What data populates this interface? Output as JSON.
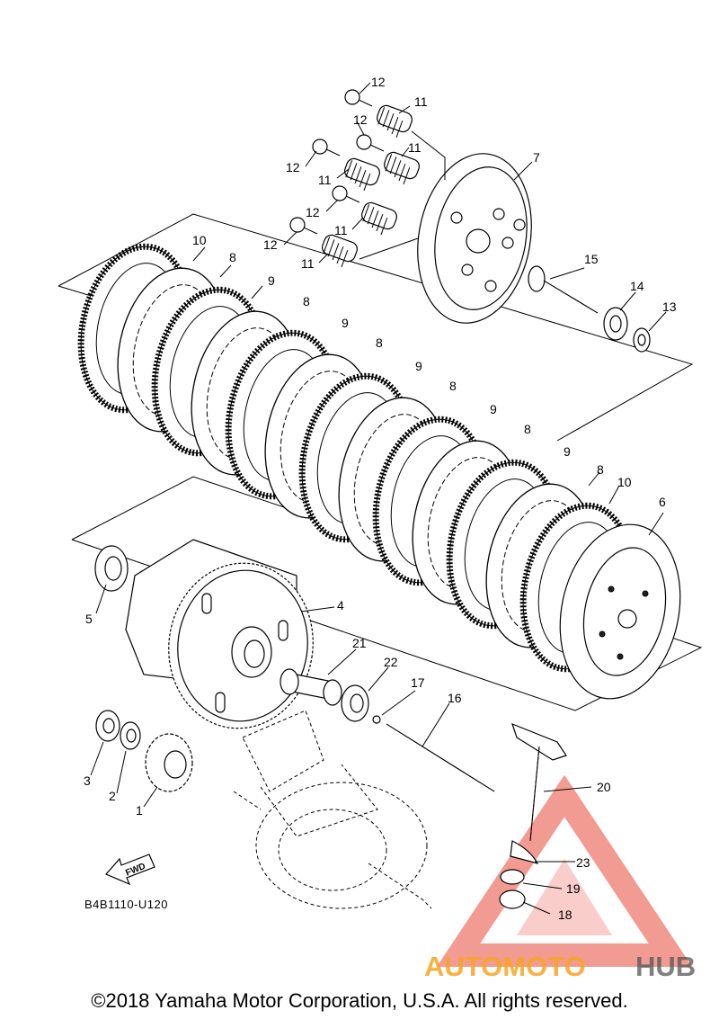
{
  "diagram": {
    "callouts": [
      "1",
      "2",
      "3",
      "4",
      "5",
      "6",
      "7",
      "8",
      "9",
      "10",
      "11",
      "12",
      "13",
      "14",
      "15",
      "16",
      "17",
      "18",
      "19",
      "20",
      "21",
      "22",
      "23"
    ],
    "fwd_label": "FWD",
    "diagram_code": "B4B1110-U120"
  },
  "watermark": {
    "brand_part1": "AUTOMOTO",
    "brand_part2": "HUB",
    "color_red": "#e84a3a",
    "color_orange": "#f5a623",
    "color_gray": "#555555"
  },
  "footer": {
    "copyright": "©2018 Yamaha Motor Corporation, U.S.A. All rights reserved."
  }
}
